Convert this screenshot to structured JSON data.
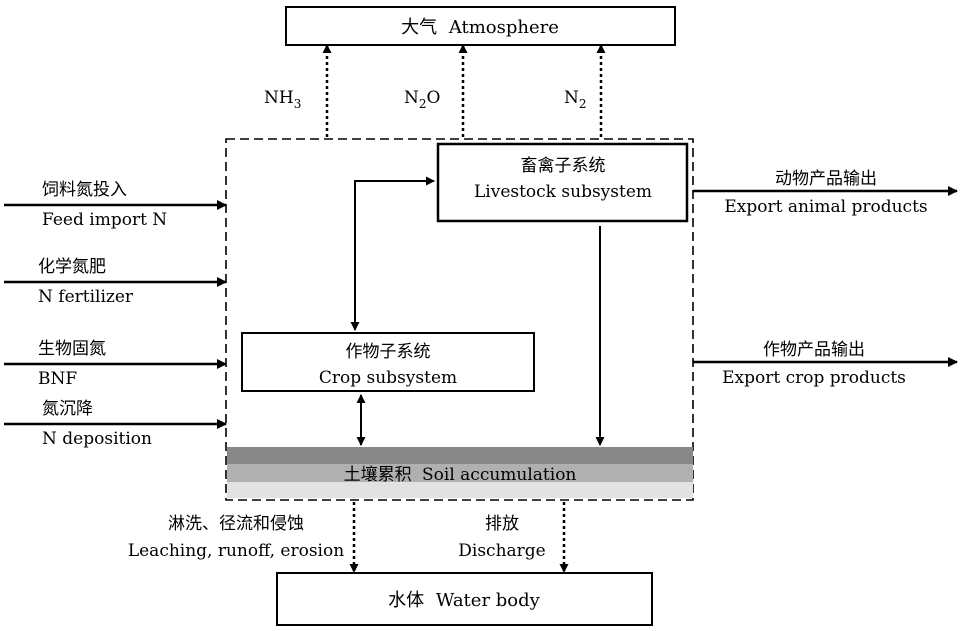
{
  "atmosphere": {
    "zh": "大气",
    "en": "Atmosphere"
  },
  "gases": {
    "nh3": {
      "base": "NH",
      "sub": "3",
      "tail": ""
    },
    "n2o": {
      "base": "N",
      "sub": "2",
      "tail": "O"
    },
    "n2": {
      "base": "N",
      "sub": "2",
      "tail": ""
    }
  },
  "livestock": {
    "zh": "畜禽子系统",
    "en": "Livestock subsystem"
  },
  "crop": {
    "zh": "作物子系统",
    "en": "Crop subsystem"
  },
  "soil": {
    "zh": "土壤累积",
    "en": "Soil accumulation"
  },
  "water": {
    "zh": "水体",
    "en": "Water body"
  },
  "inputs": [
    {
      "zh": "饲料氮投入",
      "en": "Feed import N"
    },
    {
      "zh": "化学氮肥",
      "en": "N fertilizer"
    },
    {
      "zh": "生物固氮",
      "en": "BNF"
    },
    {
      "zh": "氮沉降",
      "en": "N deposition"
    }
  ],
  "outputs": [
    {
      "zh": "动物产品输出",
      "en": "Export animal products"
    },
    {
      "zh": "作物产品输出",
      "en": "Export crop products"
    }
  ],
  "losses": [
    {
      "zh": "淋洗、径流和侵蚀",
      "en": "Leaching, runoff, erosion"
    },
    {
      "zh": "排放",
      "en": "Discharge"
    }
  ]
}
